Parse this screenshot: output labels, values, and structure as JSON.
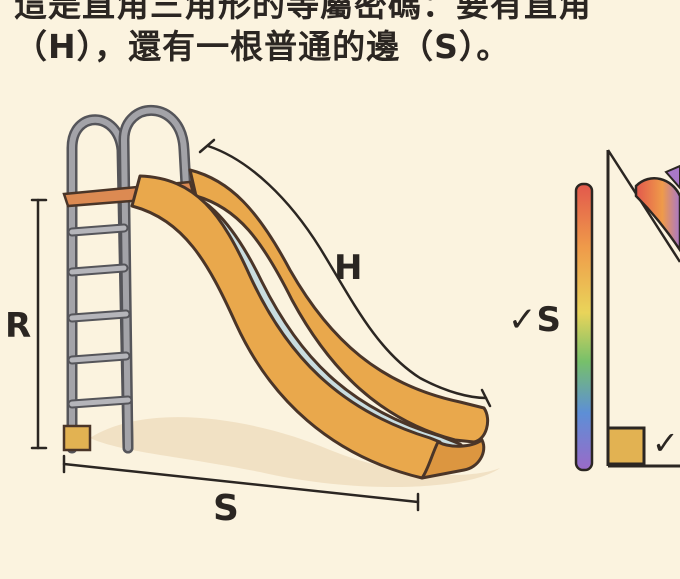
{
  "title": {
    "line1": "這是直角三角形的等屬密碼：要有直角",
    "line2": "（H），還有一根普通的邊（S）。"
  },
  "labels": {
    "R": "R",
    "H": "H",
    "S": "S",
    "S_check": "✓S",
    "right_check": "✓"
  },
  "colors": {
    "background": "#fbf3df",
    "ink": "#2b2622",
    "slide_orange": "#e9a84c",
    "slide_blue": "#c9dde0",
    "ladder_gray": "#8f8f93",
    "platform": "#dc8a52",
    "right_angle_box": "#e2b252"
  }
}
